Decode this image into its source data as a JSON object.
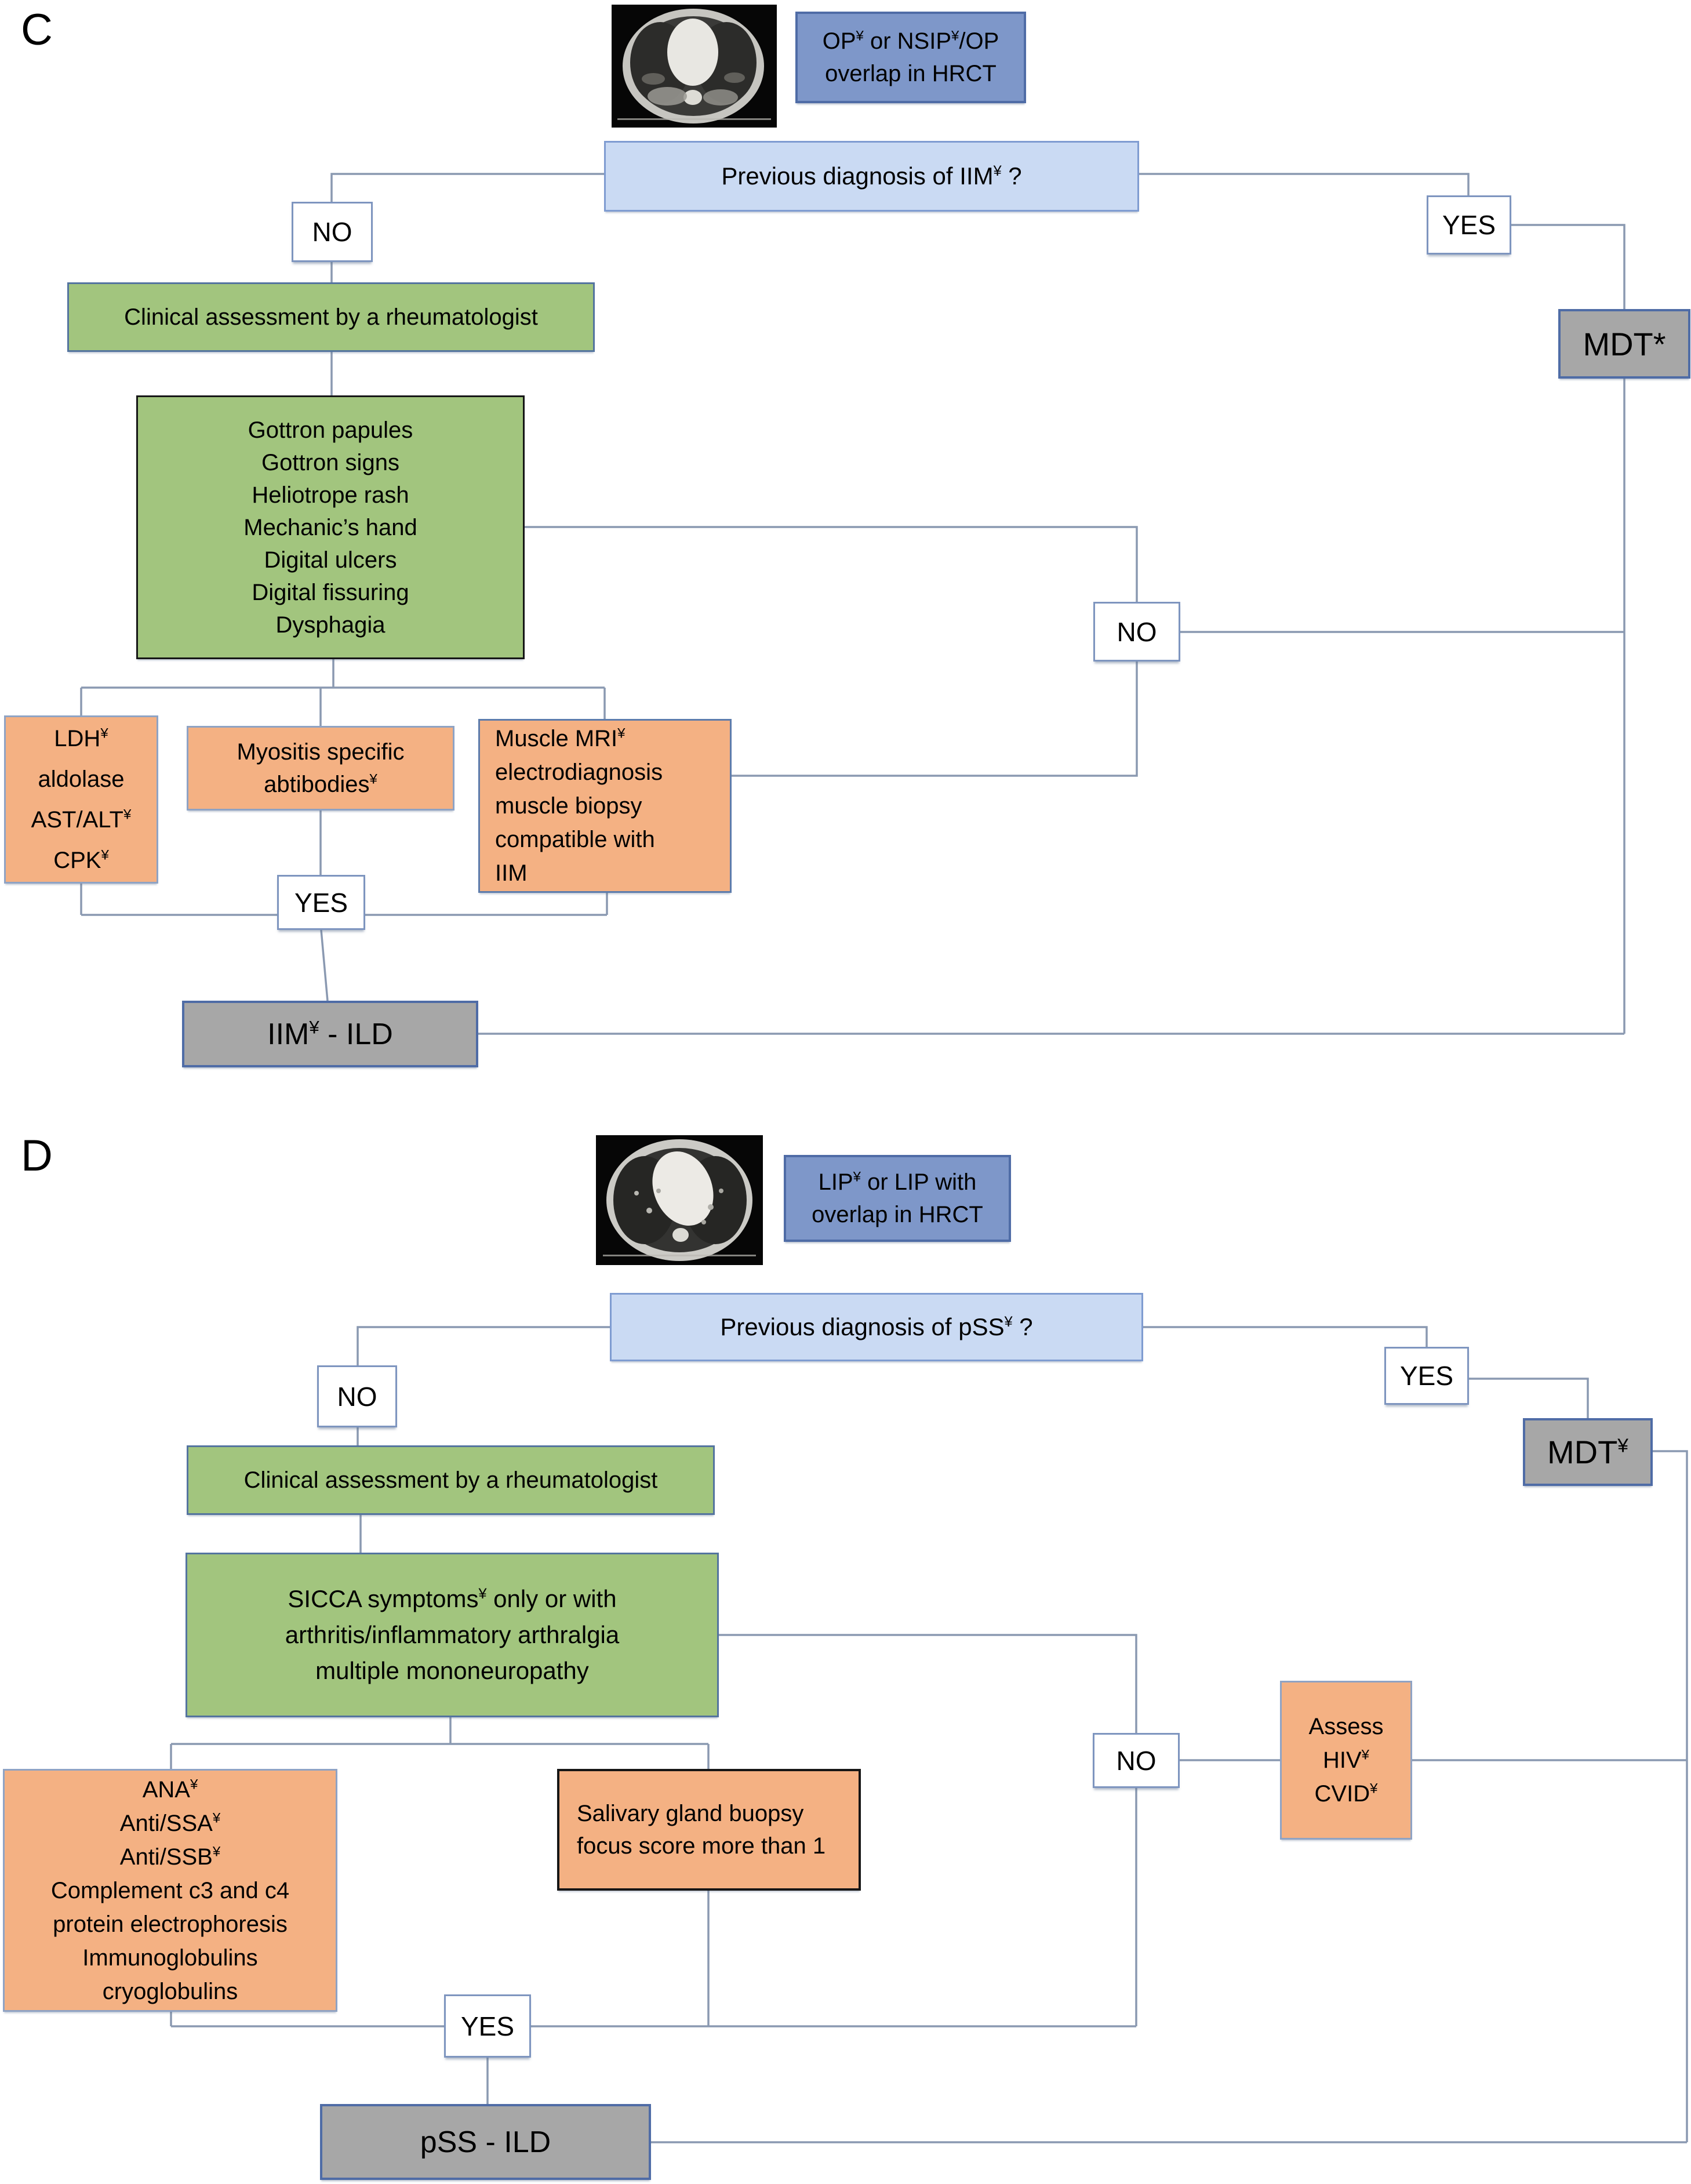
{
  "panel_c": {
    "label": "C",
    "hrct_finding": "OP¥ or NSIP¥/OP\noverlap in HRCT",
    "question": "Previous diagnosis of IIM¥ ?",
    "no": "NO",
    "yes": "YES",
    "clinical_assessment": "Clinical assessment by a rheumatologist",
    "mdt": "MDT*",
    "clinical_signs": "Gottron papules\nGottron signs\nHeliotrope rash\nMechanic’s hand\nDigital ulcers\nDigital fissuring\nDysphagia",
    "muscle_enzymes": "LDH¥\naldolase\nAST/ALT¥\nCPK¥",
    "antibodies": "Myositis specific\nabtibodies¥",
    "muscle_workup": "Muscle MRI¥\nelectrodiagnosis\nmuscle biopsy\ncompatible with\nIIM",
    "no_workup": "NO",
    "yes_confirm": "YES",
    "diagnosis": "IIM¥ - ILD"
  },
  "panel_d": {
    "label": "D",
    "hrct_finding": "LIP¥ or LIP with\noverlap in HRCT",
    "question": "Previous diagnosis of pSS¥ ?",
    "no": "NO",
    "yes": "YES",
    "clinical_assessment": "Clinical assessment by a rheumatologist",
    "mdt": "MDT¥",
    "clinical_signs": "SICCA symptoms¥ only or with\narthritis/inflammatory arthralgia\nmultiple mononeuropathy",
    "serology": "ANA¥\nAnti/SSA¥\nAnti/SSB¥\nComplement c3 and c4\nprotein electrophoresis\nImmunoglobulins\ncryoglobulins",
    "biopsy": "Salivary gland buopsy\nfocus score more than 1",
    "no_workup": "NO",
    "assess": "Assess\nHIV¥\nCVID¥",
    "yes_confirm": "YES",
    "diagnosis": "pSS - ILD"
  },
  "colors": {
    "hrct_box_fill": "#7e97c9",
    "question_box_fill": "#cadaf3",
    "green_box_fill": "#a2c57e",
    "orange_box_fill": "#f4b183",
    "gray_box_fill": "#a7a7a7",
    "white_box_fill": "#ffffff",
    "connector": "#8a99b1",
    "dark_border": "#161616",
    "blue_border": "#4f6ca6"
  }
}
